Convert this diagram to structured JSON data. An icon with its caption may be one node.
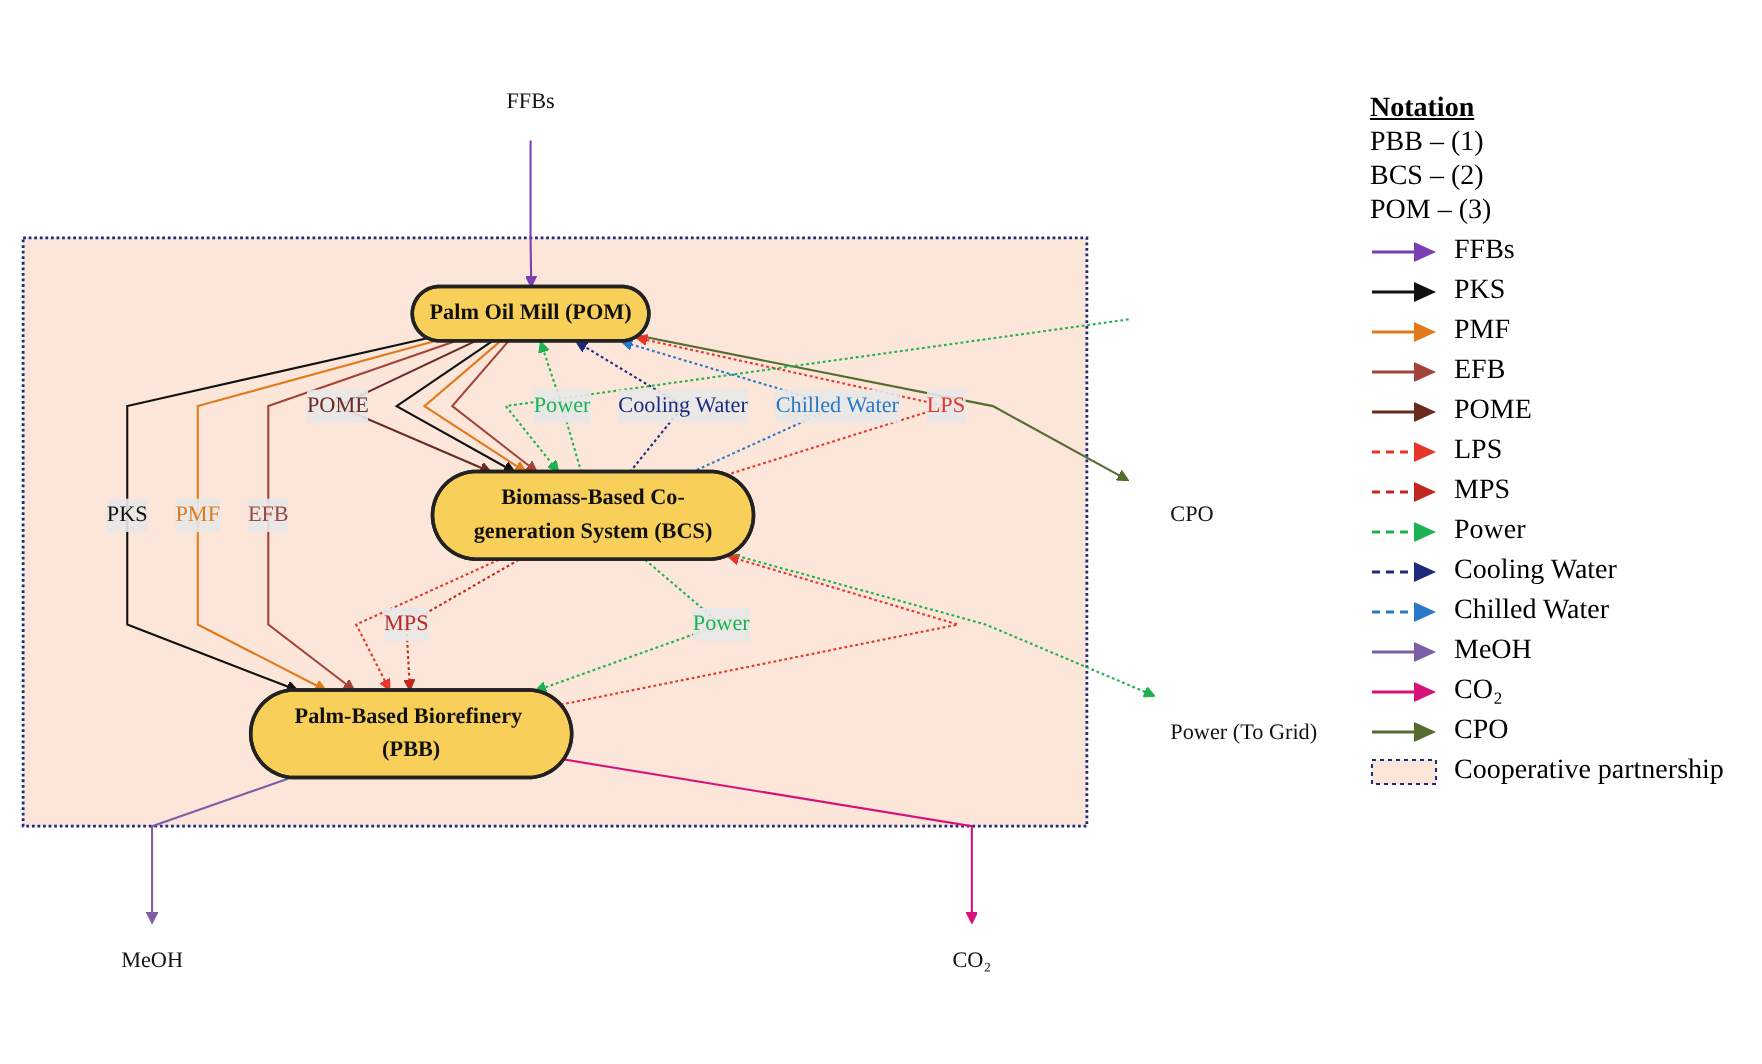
{
  "diagram": {
    "nodes": [
      {
        "text": [],
        "shape": "box"
      },
      {
        "text": [
          "Palm Oil Mill (POM)"
        ],
        "in": 0
      },
      {
        "text": [
          "Biomass-Based Co-generation System (BCS)"
        ],
        "in": 0
      },
      {
        "text": [
          "Palm-Based Biorefinery (PBB)"
        ],
        "in": 0
      },
      {
        "text": [
          "FFBs"
        ]
      },
      {
        "text": [
          "CPO"
        ]
      },
      {
        "text": [
          "Power (To Grid)"
        ]
      },
      {
        "text": [
          "MeOH"
        ]
      },
      {
        "text": [
          "CO₂"
        ]
      }
    ],
    "edges": [
      {
        "from": 4,
        "to": 1,
        "arrow": "to",
        "color": "#7b3fb5"
      },
      {
        "from": 1,
        "to": 5,
        "arrow": "to",
        "color": "#556b2f"
      },
      {
        "from": 2,
        "to": 1,
        "arrow": "to",
        "label": "Power",
        "style": "dashed",
        "color": "#1db350"
      },
      {
        "from": 2,
        "to": 1,
        "arrow": "to",
        "label": "Cooling Water",
        "style": "dashed",
        "color": "#1f2a7a"
      },
      {
        "from": 2,
        "to": 1,
        "arrow": "to",
        "label": "Chilled Water",
        "style": "dashed",
        "color": "#2a78c8"
      },
      {
        "from": 1,
        "to": 2,
        "arrow": "to",
        "label": "POME",
        "color": "#6b2a20"
      },
      {
        "from": 1,
        "to": 2,
        "arrow": "to",
        "color": "#111111"
      },
      {
        "from": 1,
        "to": 3,
        "arrow": "to",
        "label": "PKS",
        "color": "#111111"
      },
      {
        "from": 1,
        "to": 2,
        "arrow": "to",
        "color": "#e07a1c"
      },
      {
        "from": 1,
        "to": 3,
        "arrow": "to",
        "label": "PMF",
        "color": "#e07a1c"
      },
      {
        "from": 1,
        "to": 2,
        "arrow": "to",
        "color": "#a3443a"
      },
      {
        "from": 1,
        "to": 3,
        "arrow": "to",
        "label": "EFB",
        "color": "#a3443a"
      },
      {
        "from": 2,
        "to": 1,
        "arrow": "to",
        "label": "LPS",
        "style": "dashed",
        "color": "#e8352a"
      },
      {
        "from": 2,
        "to": 3,
        "arrow": "to",
        "style": "dashed",
        "color": "#e8352a"
      },
      {
        "from": 3,
        "to": 2,
        "arrow": "to",
        "style": "dashed",
        "color": "#e8352a"
      },
      {
        "from": 2,
        "to": 3,
        "arrow": "to",
        "label": "MPS",
        "style": "dashed",
        "color": "#c0281e"
      },
      {
        "from": 2,
        "to": 6,
        "arrow": "to",
        "style": "dashed",
        "color": "#1db350"
      },
      {
        "from": null,
        "to": 2,
        "arrow": "to",
        "style": "dashed",
        "color": "#1db350"
      },
      {
        "from": 2,
        "to": 3,
        "arrow": "to",
        "label": "Power",
        "style": "dashed",
        "color": "#1db350"
      },
      {
        "from": 3,
        "to": 7,
        "arrow": "to",
        "color": "#7b5ea7"
      },
      {
        "from": 3,
        "to": 8,
        "arrow": "to",
        "color": "#d6127a"
      }
    ],
    "labels": [
      "Notation",
      "PBB – (1)",
      "BCS – (2)",
      "POM – (3)"
    ],
    "legend": [
      {
        "text": "FFBs"
      },
      {
        "text": "PKS"
      },
      {
        "text": "PMF"
      },
      {
        "text": "EFB"
      },
      {
        "text": "POME"
      },
      {
        "text": "LPS"
      },
      {
        "text": "MPS"
      },
      {
        "text": "Power"
      },
      {
        "text": "Cooling Water"
      },
      {
        "text": "Chilled Water"
      },
      {
        "text": "MeOH"
      },
      {
        "text": "CO₂"
      },
      {
        "text": "CPO"
      },
      {
        "text": "Cooperative partnership"
      }
    ]
  }
}
